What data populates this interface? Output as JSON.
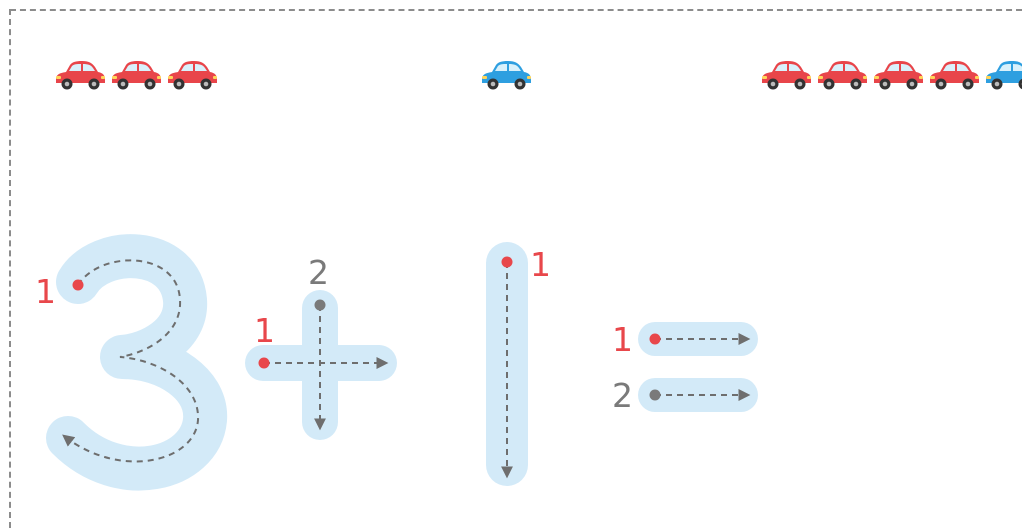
{
  "colors": {
    "trace_fill": "#d3eaf8",
    "start_red": "#e8474b",
    "start_gray": "#7a7a7a",
    "guide_gray": "#6e6e6e",
    "car_red": "#e8454a",
    "car_blue": "#2e9fe0",
    "border": "#8c8c8c"
  },
  "cars": {
    "left": [
      "red",
      "red",
      "red"
    ],
    "center": [
      "blue"
    ],
    "right": [
      "red",
      "red",
      "red",
      "red",
      "blue"
    ],
    "icon": "car-icon"
  },
  "equation": {
    "glyphs": [
      "3",
      "+",
      "1",
      "="
    ],
    "step_labels": {
      "three": "1",
      "plus_horizontal": "1",
      "plus_vertical": "2",
      "one": "1",
      "equals_top": "1",
      "equals_bottom": "2"
    }
  }
}
